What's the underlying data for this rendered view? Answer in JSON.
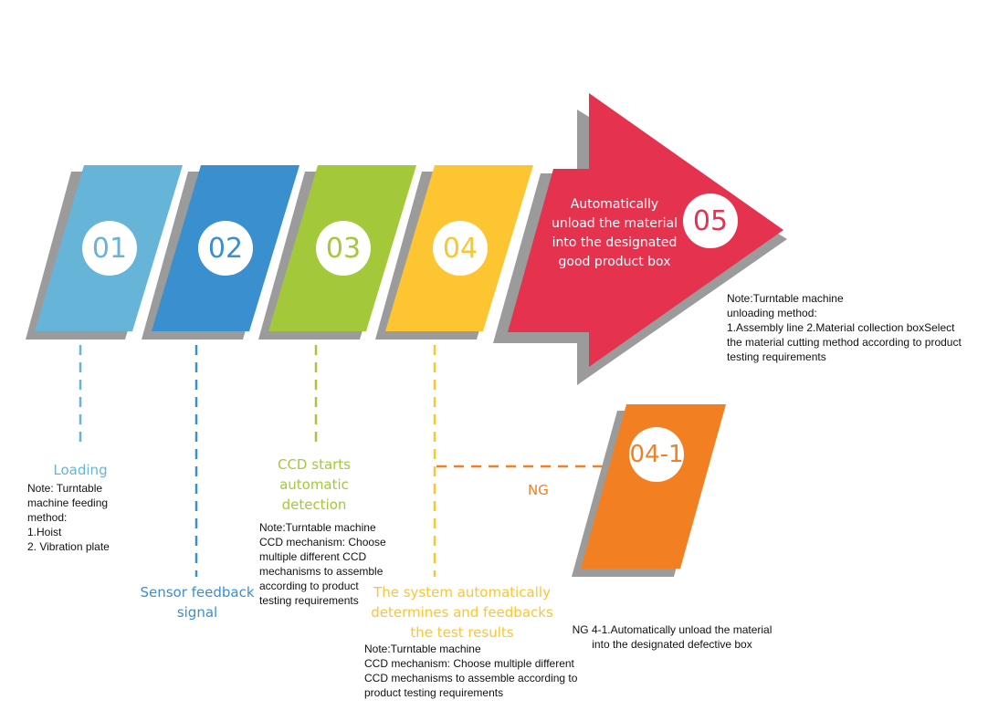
{
  "colors": {
    "step01": "#67b4d9",
    "step02": "#3a8fce",
    "step03": "#a3c93a",
    "step04": "#fcc531",
    "step05": "#e5334f",
    "step041": "#f28023",
    "shadow": "#9b9b9b"
  },
  "steps": [
    {
      "id": "01",
      "title": "Loading",
      "note": "Note: Turntable\nmachine feeding\nmethod:\n1.Hoist\n2. Vibration plate"
    },
    {
      "id": "02",
      "title": "Sensor feedback\nsignal",
      "note": ""
    },
    {
      "id": "03",
      "title": "CCD starts\nautomatic\ndetection",
      "note": "Note:Turntable machine\nCCD mechanism: Choose\nmultiple different CCD\nmechanisms to assemble\naccording to product\ntesting requirements"
    },
    {
      "id": "04",
      "title": "The system automatically\ndetermines and feedbacks\nthe test results",
      "note": "Note:Turntable machine\nCCD mechanism: Choose multiple different\nCCD mechanisms to assemble according to\nproduct testing requirements"
    },
    {
      "id": "05",
      "title": "Automatically\nunload the material\ninto the designated\ngood product box",
      "note": "Note:Turntable machine\nunloading method:\n1.Assembly line 2.Material collection boxSelect\nthe material cutting method according to product\ntesting requirements"
    },
    {
      "id": "04-1",
      "title": "",
      "note": "NG 4-1.Automatically unload the material\ninto the designated defective box"
    }
  ],
  "ng_label": "NG"
}
